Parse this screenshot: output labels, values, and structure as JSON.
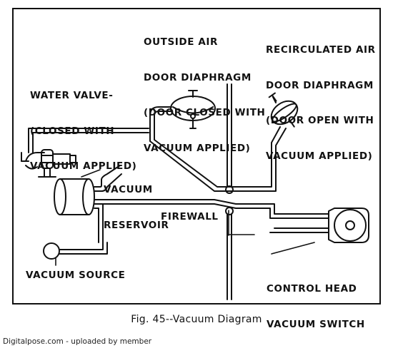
{
  "labels": {
    "outside_air": [
      "OUTSIDE AIR",
      "DOOR DIAPHRAGM",
      "(DOOR CLOSED WITH",
      "VACUUM APPLIED)"
    ],
    "recirculated_air": [
      "RECIRCULATED AIR",
      "DOOR DIAPHRAGM",
      "(DOOR OPEN WITH",
      "VACUUM APPLIED)"
    ],
    "water_valve": [
      "WATER VALVE-",
      "(CLOSED WITH",
      "VACUUM APPLIED)"
    ],
    "vacuum_reservoir": [
      "VACUUM",
      "RESERVOIR"
    ],
    "firewall": "FIREWALL",
    "vacuum_source": "VACUUM SOURCE",
    "control_head": [
      "CONTROL HEAD",
      "VACUUM SWITCH"
    ]
  },
  "caption": "Fig. 45--Vacuum Diagram",
  "credit": "Digitalpose.com - uploaded by member"
}
